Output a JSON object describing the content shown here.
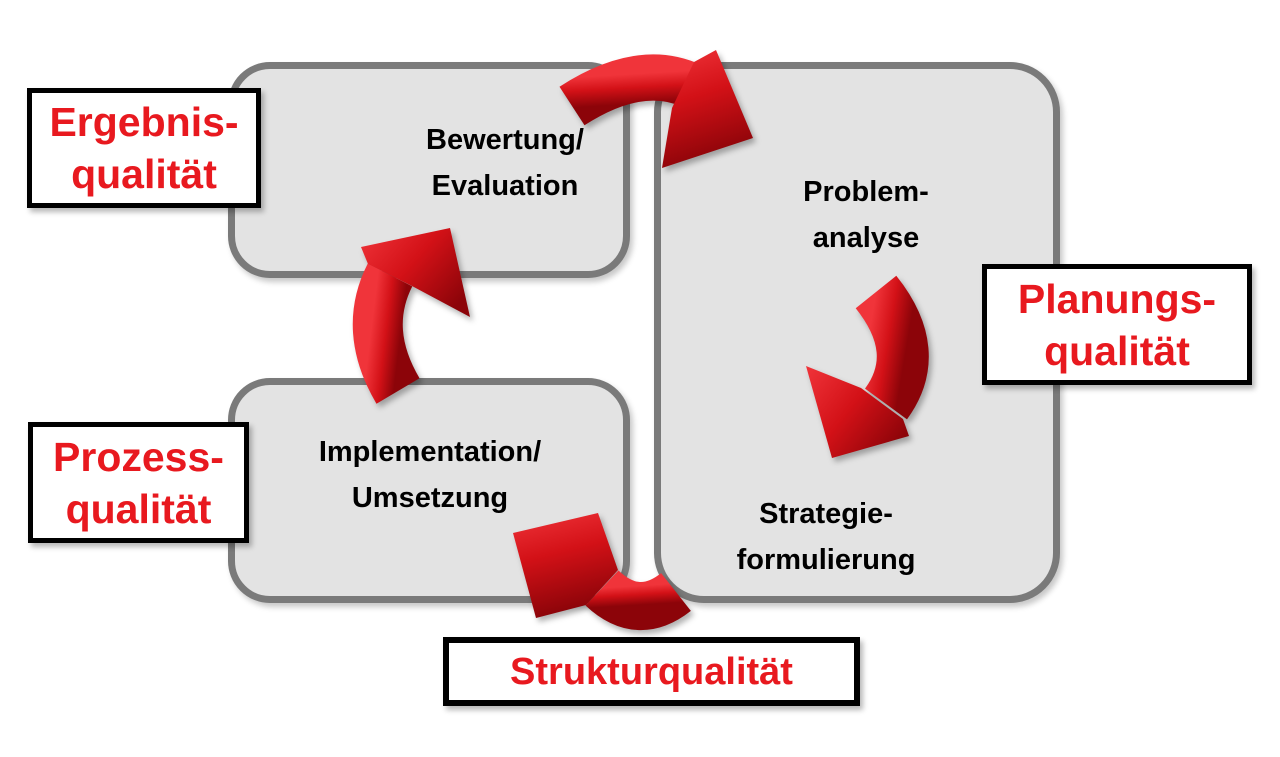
{
  "diagram": {
    "background": "#ffffff",
    "colors": {
      "box_fill": "#e3e3e3",
      "box_border": "#7a7a7a",
      "label_border": "#000000",
      "label_text_red": "#e8191f",
      "arrow_red": "#d31117",
      "stage_text": "#000000"
    },
    "stages": [
      {
        "id": "bewertung-evaluation",
        "lines": [
          "Bewertung/",
          "Evaluation"
        ]
      },
      {
        "id": "problemanalyse",
        "lines": [
          "Problem-",
          "analyse"
        ]
      },
      {
        "id": "strategieformulierung",
        "lines": [
          "Strategie-",
          "formulierung"
        ]
      },
      {
        "id": "implementation-umsetzung",
        "lines": [
          "Implementation/",
          "Umsetzung"
        ]
      }
    ],
    "labels": [
      {
        "id": "ergebnisqualitaet",
        "lines": [
          "Ergebnis-",
          "qualität"
        ]
      },
      {
        "id": "planungsqualitaet",
        "lines": [
          "Planungs-",
          "qualität"
        ]
      },
      {
        "id": "prozessqualitaet",
        "lines": [
          "Prozess-",
          "qualität"
        ]
      },
      {
        "id": "strukturqualitaet",
        "lines": [
          "Strukturqualität"
        ]
      }
    ],
    "arrows": [
      {
        "id": "arrow-evaluation-to-problemanalyse",
        "from": "Bewertung/Evaluation",
        "to": "Problemanalyse"
      },
      {
        "id": "arrow-problemanalyse-to-strategie",
        "from": "Problemanalyse",
        "to": "Strategieformulierung"
      },
      {
        "id": "arrow-strategie-to-implementation",
        "from": "Strategieformulierung",
        "to": "Implementation/Umsetzung"
      },
      {
        "id": "arrow-implementation-to-evaluation",
        "from": "Implementation/Umsetzung",
        "to": "Bewertung/Evaluation"
      }
    ]
  }
}
